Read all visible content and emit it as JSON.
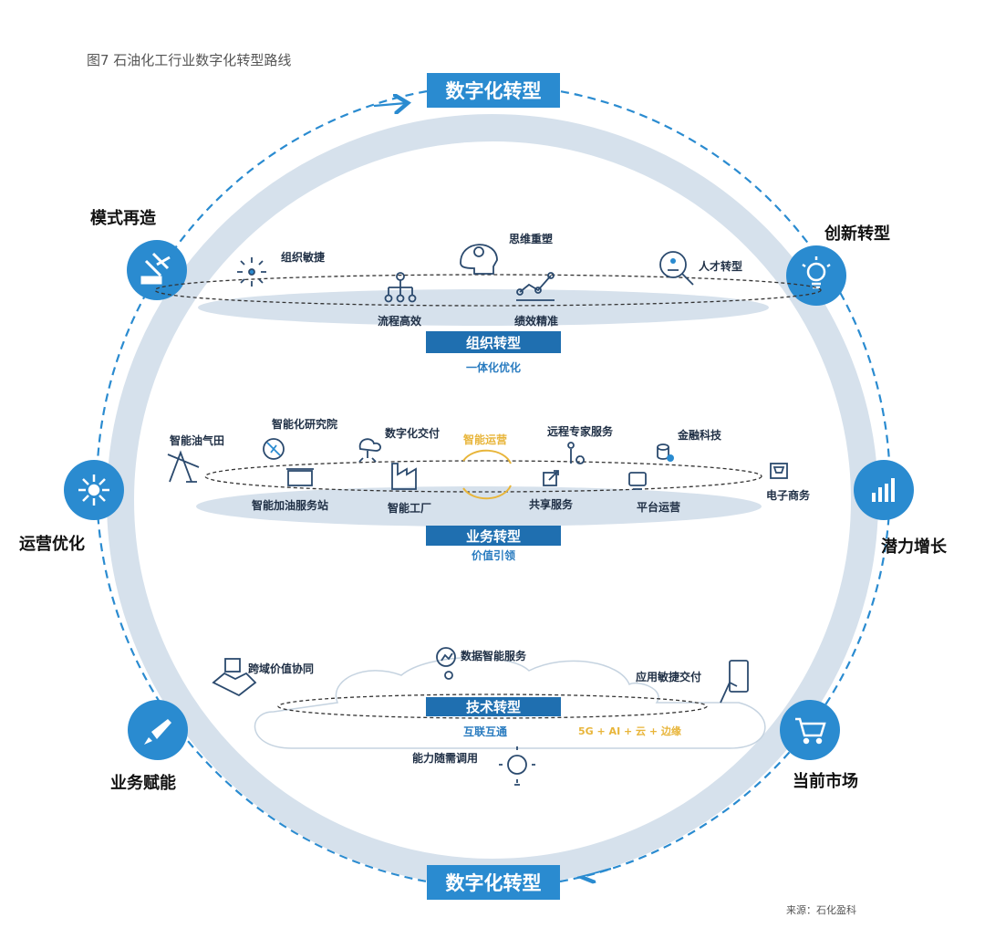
{
  "title": "图7 石油化工行业数字化转型路线",
  "source": "来源：石化盈科",
  "colors": {
    "accent": "#2a8bd0",
    "box": "#1f6fb0",
    "ring": "#d6e1ec",
    "highlight": "#e8b53a"
  },
  "top_box": "数字化转型",
  "bottom_box": "数字化转型",
  "outer_nodes": [
    {
      "label": "模式再造",
      "icon": "gavel-icon"
    },
    {
      "label": "运营优化",
      "icon": "network-icon"
    },
    {
      "label": "业务赋能",
      "icon": "rocket-icon"
    },
    {
      "label": "创新转型",
      "icon": "lightbulb-icon"
    },
    {
      "label": "潜力增长",
      "icon": "bar-chart-icon"
    },
    {
      "label": "当前市场",
      "icon": "shopping-cart-icon"
    }
  ],
  "org": {
    "title": "组织转型",
    "subtitle": "一体化优化",
    "items": [
      "组织敏捷",
      "思维重塑",
      "人才转型",
      "流程高效",
      "绩效精准"
    ]
  },
  "business": {
    "title": "业务转型",
    "subtitle": "价值引领",
    "center": "智能运营",
    "items": [
      "智能油气田",
      "智能化研究院",
      "数字化交付",
      "远程专家服务",
      "金融科技",
      "电子商务",
      "智能加油服务站",
      "智能工厂",
      "共享服务",
      "平台运营"
    ]
  },
  "tech": {
    "title": "技术转型",
    "subtitle": "互联互通",
    "stack": "5G + AI + 云 + 边缘",
    "items": [
      "跨域价值协同",
      "数据智能服务",
      "应用敏捷交付",
      "能力随需调用"
    ]
  }
}
